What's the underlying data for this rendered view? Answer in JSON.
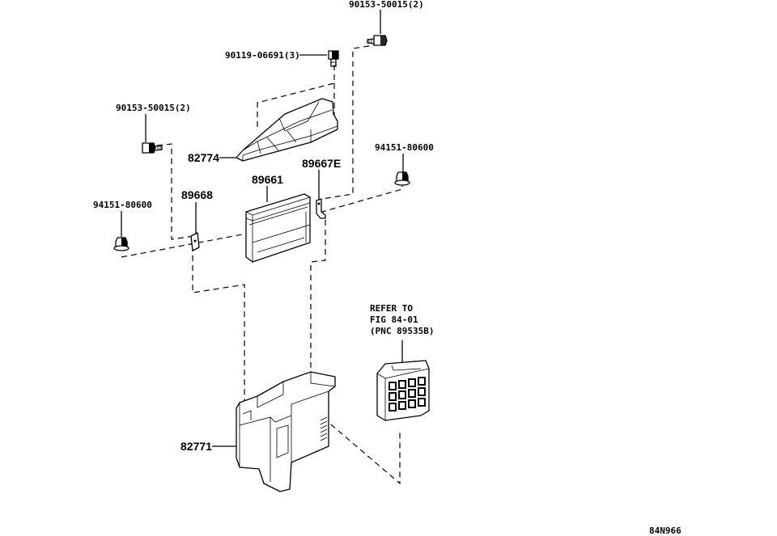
{
  "labels": {
    "bolt_top": "90153-50015(2)",
    "bolt_mid": "90119-06691(3)",
    "bolt_left": "90153-50015(2)",
    "nut_right": "94151-80600",
    "nut_left": "94151-80600",
    "cover": "82774",
    "ecu": "89661",
    "bracket_right": "89667E",
    "bracket_left": "89668",
    "box": "82771",
    "refer_line1": "REFER TO",
    "refer_line2": "FIG 84-01",
    "refer_line3": "(PNC 89535B)",
    "figure_code": "84N966"
  },
  "icons": {
    "bolt": "bolt-icon",
    "nut": "nut-icon",
    "ecu": "ecu-module-icon",
    "cover": "ecu-cover-icon",
    "box": "relay-box-icon",
    "connector": "connector-module-icon"
  }
}
